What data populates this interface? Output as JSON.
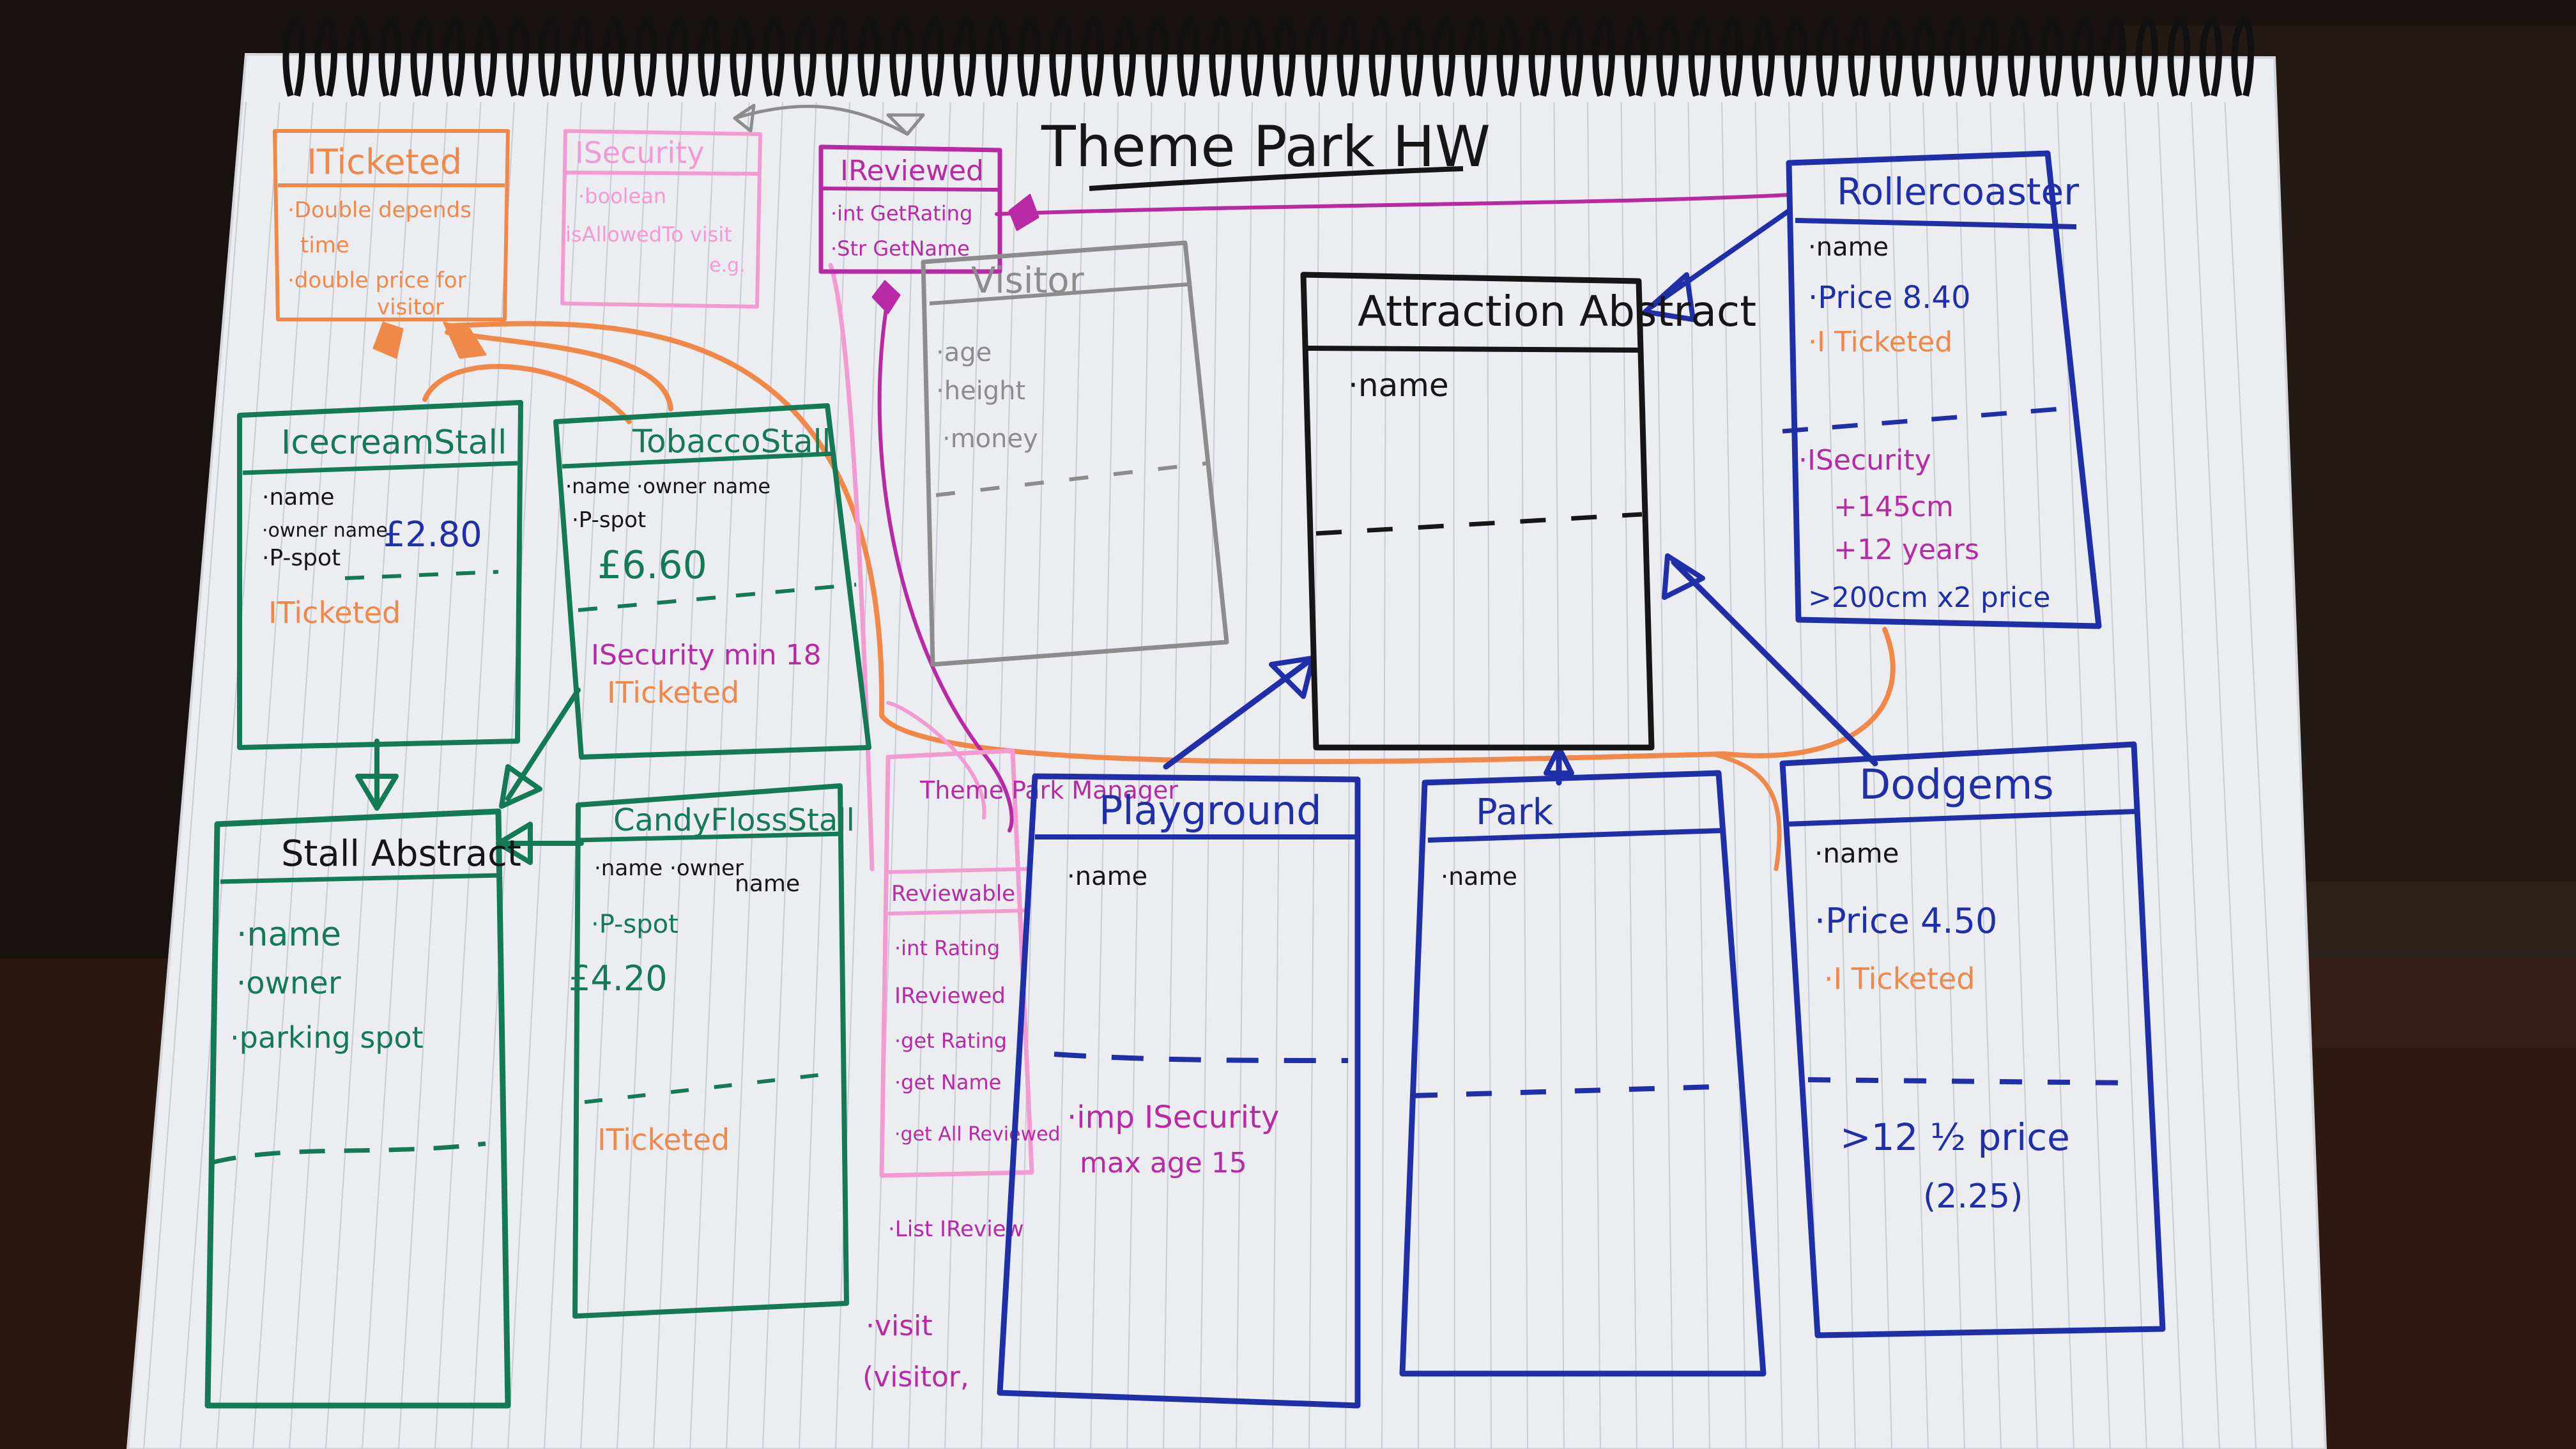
{
  "page_title": "Theme Park HW",
  "colors": {
    "orange": "#f0884a",
    "pink": "#f49ad2",
    "magenta": "#b82aa5",
    "grey": "#8c8c8c",
    "black": "#161616",
    "navy": "#1f2fa8",
    "green": "#137a55"
  },
  "boxes": {
    "iticketed": {
      "title": "ITicketed",
      "lines": [
        "·Double depends",
        "time",
        "·double price for",
        "visitor"
      ]
    },
    "isecurity": {
      "title": "ISecurity",
      "lines": [
        "·boolean",
        "isAllowedTo visit",
        "e.g."
      ]
    },
    "ireviewed": {
      "title": "IReviewed",
      "lines": [
        "·int GetRating",
        "·Str GetName"
      ]
    },
    "visitor": {
      "title": "Visitor",
      "lines": [
        "·age",
        "·height",
        "·money"
      ]
    },
    "attraction": {
      "title": "Attraction Abstract",
      "lines": [
        "·name"
      ]
    },
    "rollercoaster": {
      "title": "Rollercoaster",
      "lines": [
        "·name",
        "·Price 8.40",
        "·I Ticketed"
      ],
      "lines2": [
        "·ISecurity",
        "+145cm",
        "+12 years",
        ">200cm x2 price"
      ]
    },
    "icecreamstall": {
      "title": "IcecreamStall",
      "lines": [
        "·name",
        "·owner name",
        "·P-spot"
      ],
      "price": "£2.80",
      "lines2": [
        "ITicketed"
      ]
    },
    "tobaccostall": {
      "title": "TobaccoStall",
      "lines": [
        "·name  ·owner name",
        "·P-spot"
      ],
      "price": "£6.60",
      "lines2": [
        "ISecurity min 18",
        "ITicketed"
      ]
    },
    "stallabstract": {
      "title": "Stall Abstract",
      "lines": [
        "·name",
        "·owner",
        "·parking spot"
      ]
    },
    "candyfloss": {
      "title": "CandyFlossStall",
      "lines": [
        "·name  ·owner",
        "name",
        "·P-spot"
      ],
      "price": "£4.20",
      "lines2": [
        "ITicketed"
      ]
    },
    "themepark": {
      "title": "Theme Park Manager",
      "lines": [
        "Reviewable"
      ],
      "lines2": [
        "·int Rating",
        "IReviewed",
        "·get Rating",
        "·get Name",
        "·get All Reviewed"
      ],
      "lines3": [
        "·List IReview",
        "·visit",
        "(visitor,"
      ]
    },
    "playground": {
      "title": "Playground",
      "lines": [
        "·name"
      ],
      "lines2": [
        "·imp ISecurity",
        "max age 15"
      ]
    },
    "park": {
      "title": "Park",
      "lines": [
        "·name"
      ]
    },
    "dodgems": {
      "title": "Dodgems",
      "lines": [
        "·name",
        "·Price 4.50",
        "·I Ticketed"
      ],
      "lines2": [
        ">12 ½ price",
        "(2.25)"
      ]
    }
  }
}
